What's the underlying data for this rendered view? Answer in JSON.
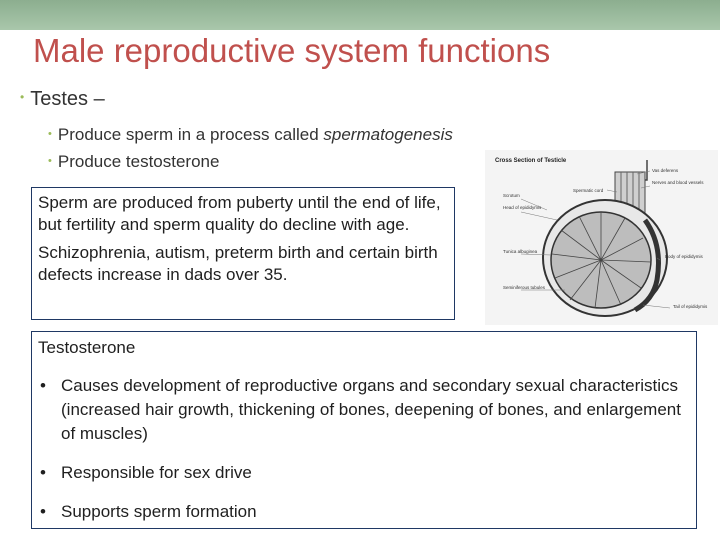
{
  "slide": {
    "title": "Male reproductive system functions",
    "bullet_testes": "Testes –",
    "sub_bullet_1_prefix": "Produce sperm in a process called ",
    "sub_bullet_1_term": "spermatogenesis",
    "sub_bullet_2": "Produce testosterone",
    "box1": {
      "paragraph1": "Sperm are produced from puberty until the end of life, but fertility and sperm quality do decline with age.",
      "paragraph2": "Schizophrenia, autism, preterm birth and certain birth defects increase in dads over 35."
    },
    "box2": {
      "heading": "Testosterone",
      "items": [
        "Causes development of reproductive organs and secondary sexual characteristics (increased hair growth, thickening of bones, deepening of bones, and enlargement of muscles)",
        "Responsible for sex drive",
        "Supports sperm formation"
      ]
    },
    "figure": {
      "title": "Cross Section of Testicle",
      "label_vas_deferens": "Vas deferens",
      "label_nerves": "Nerves and blood vessels",
      "label_spermatic_cord": "Spermatic cord",
      "label_scrotum": "Scrotum",
      "label_head_epididymis": "Head of epididymis",
      "label_tunica": "Tunica albuginea",
      "label_body_epididymis": "Body of epididymis",
      "label_seminiferous": "Seminiferous tubules",
      "label_tail_epididymis": "Tail of epididymis"
    }
  }
}
